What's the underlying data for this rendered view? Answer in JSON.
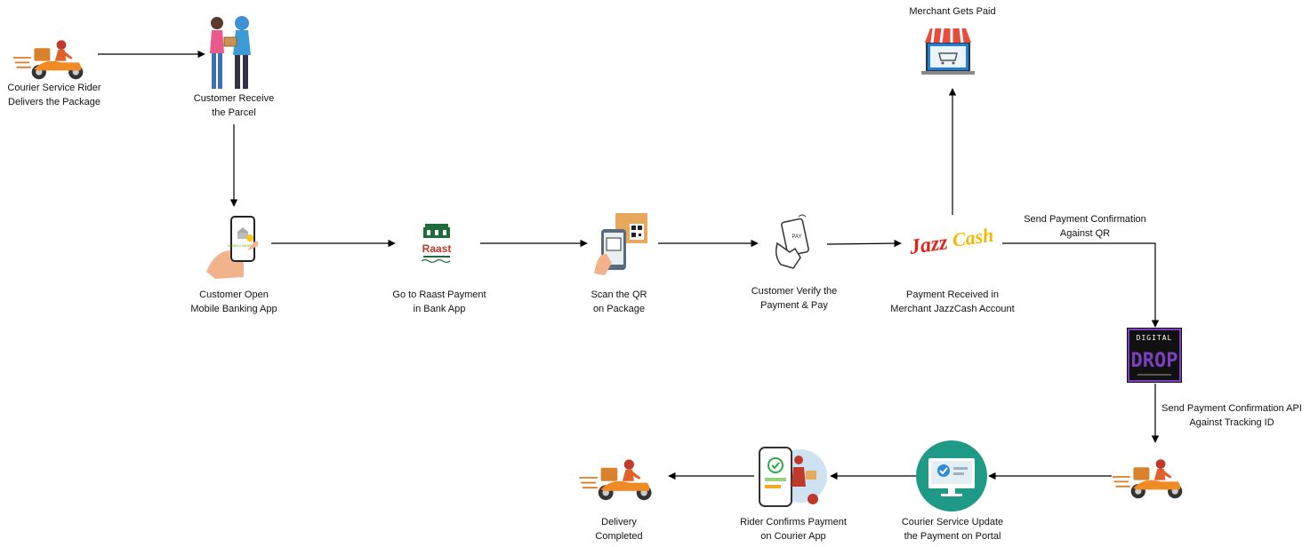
{
  "diagram": {
    "nodes": {
      "courier_rider": {
        "label_line1": "Courier Service Rider",
        "label_line2": "Delivers the Package",
        "icon": "courier-rider-icon"
      },
      "customer_receive": {
        "label_line1": "Customer Receive",
        "label_line2": "the Parcel",
        "icon": "parcel-handover-icon"
      },
      "open_banking_app": {
        "label_line1": "Customer Open",
        "label_line2": "Mobile Banking App",
        "icon": "mobile-banking-icon",
        "icon_text": "MOBILE BANKING"
      },
      "raast_payment": {
        "label_line1": "Go to Raast Payment",
        "label_line2": "in Bank App",
        "icon": "raast-logo",
        "logo_text": "Raast"
      },
      "scan_qr": {
        "label_line1": "Scan the QR",
        "label_line2": "on Package",
        "icon": "qr-scan-icon"
      },
      "verify_pay": {
        "label_line1": "Customer Verify the",
        "label_line2": "Payment & Pay",
        "icon": "hand-pay-icon",
        "icon_text": "PAY"
      },
      "jazzcash_received": {
        "label_line1": "Payment Received in",
        "label_line2": "Merchant JazzCash Account",
        "icon": "jazzcash-logo",
        "logo_text_1": "Jazz",
        "logo_text_2": "Cash"
      },
      "merchant_paid": {
        "label_line1": "Merchant Gets Paid",
        "icon": "online-store-icon"
      },
      "digital_drop": {
        "icon": "digital-drop-logo",
        "logo_text_1": "DIGITAL",
        "logo_text_2": "DROP"
      },
      "courier_rider_2": {
        "icon": "courier-rider-icon"
      },
      "portal_update": {
        "label_line1": "Courier Service Update",
        "label_line2": "the Payment on Portal",
        "icon": "monitor-check-icon"
      },
      "rider_confirms": {
        "label_line1": "Rider Confirms Payment",
        "label_line2": "on Courier App",
        "icon": "rider-app-confirm-icon"
      },
      "delivery_completed": {
        "label_line1": "Delivery",
        "label_line2": "Completed",
        "icon": "courier-rider-icon"
      }
    },
    "edge_labels": {
      "jazz_to_drop": {
        "line1": "Send Payment Confirmation",
        "line2": "Against QR"
      },
      "drop_to_rider": {
        "line1": "Send Payment Confirmation API",
        "line2": "Against Tracking ID"
      }
    },
    "colors": {
      "arrow": "#000000",
      "rider_orange": "#f08a24",
      "raast_green": "#1f6b3a",
      "raast_red": "#c0392b",
      "jazz_red": "#e2231a",
      "jazz_yellow": "#f5b800",
      "store_red": "#e74c3c",
      "drop_purple": "#7b3fbf",
      "portal_teal": "#1e9a86"
    }
  }
}
